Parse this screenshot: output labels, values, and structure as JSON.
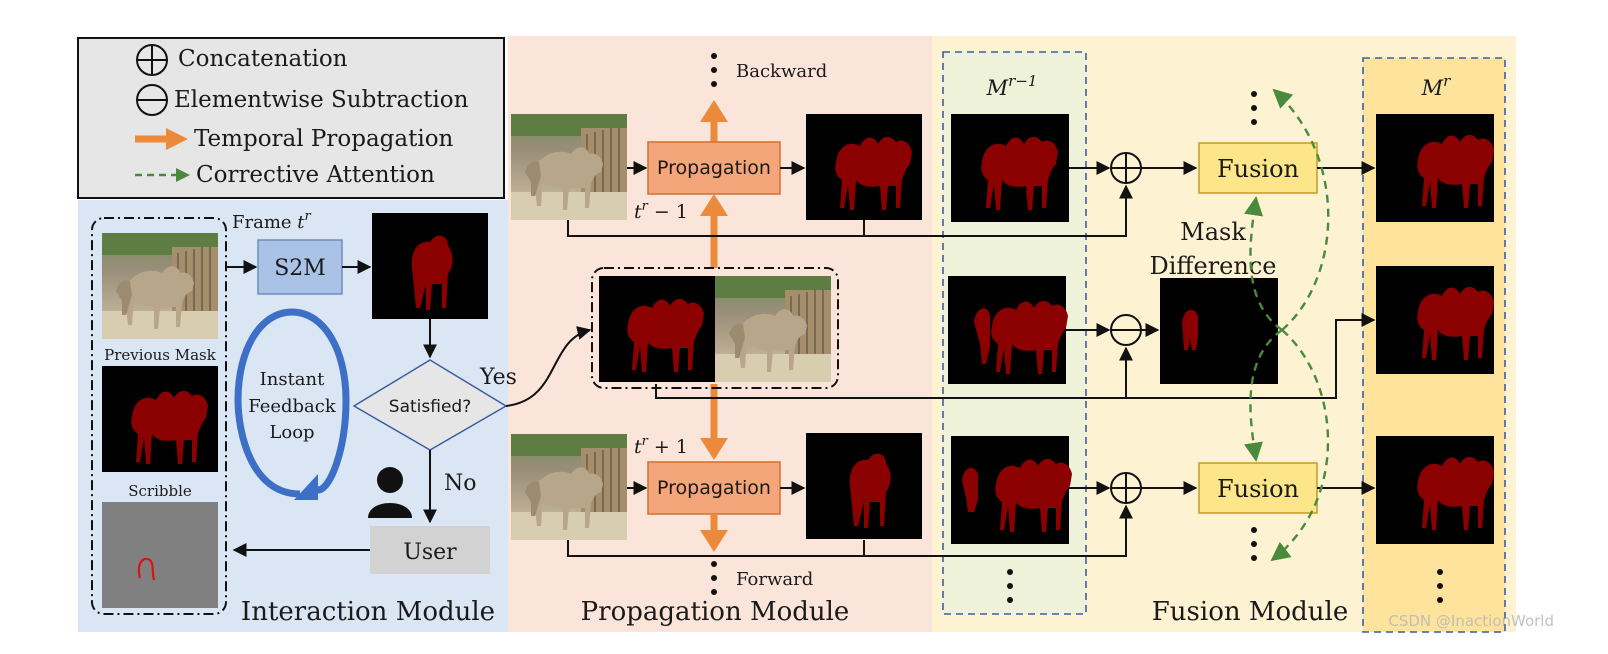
{
  "legend": {
    "concatenation": "Concatenation",
    "subtraction": "Elementwise Subtraction",
    "temporal": "Temporal Propagation",
    "corrective": "Corrective Attention"
  },
  "interaction": {
    "title": "Interaction Module",
    "frame_label": "Frame",
    "frame_var": "t",
    "frame_sup": "r",
    "s2m": "S2M",
    "previous_mask": "Previous Mask",
    "scribble": "Scribble",
    "loop_line1": "Instant",
    "loop_line2": "Feedback",
    "loop_line3": "Loop",
    "satisfied": "Satisfied?",
    "yes": "Yes",
    "no": "No",
    "user": "User"
  },
  "propagation": {
    "title": "Propagation Module",
    "backward": "Backward",
    "forward": "Forward",
    "block_label": "Propagation",
    "t_minus": "t",
    "t_minus_sup": "r",
    "t_minus_tail": " − 1",
    "t_plus": "t",
    "t_plus_sup": "r",
    "t_plus_tail": " + 1"
  },
  "fusion": {
    "title": "Fusion Module",
    "mask_prev": "M",
    "mask_prev_sup": "r−1",
    "mask_cur": "M",
    "mask_cur_sup": "r",
    "fusion_label": "Fusion",
    "mask_diff_line1": "Mask",
    "mask_diff_line2": "Difference"
  },
  "watermark": "CSDN @InactionWorld",
  "colors": {
    "interaction_bg": "#dbe6f4",
    "propagation_bg": "#fbe5da",
    "fusion_bg": "#fdf3d2",
    "mask_col_bg": "#eef2d9",
    "current_mask_bg": "#fde39c",
    "legend_bg": "#e6e6e6",
    "orange": "#ec8a3b",
    "green_dashed": "#4a8a3c",
    "blue_loop": "#3d6fc6",
    "mask_red": "#8b0000"
  }
}
